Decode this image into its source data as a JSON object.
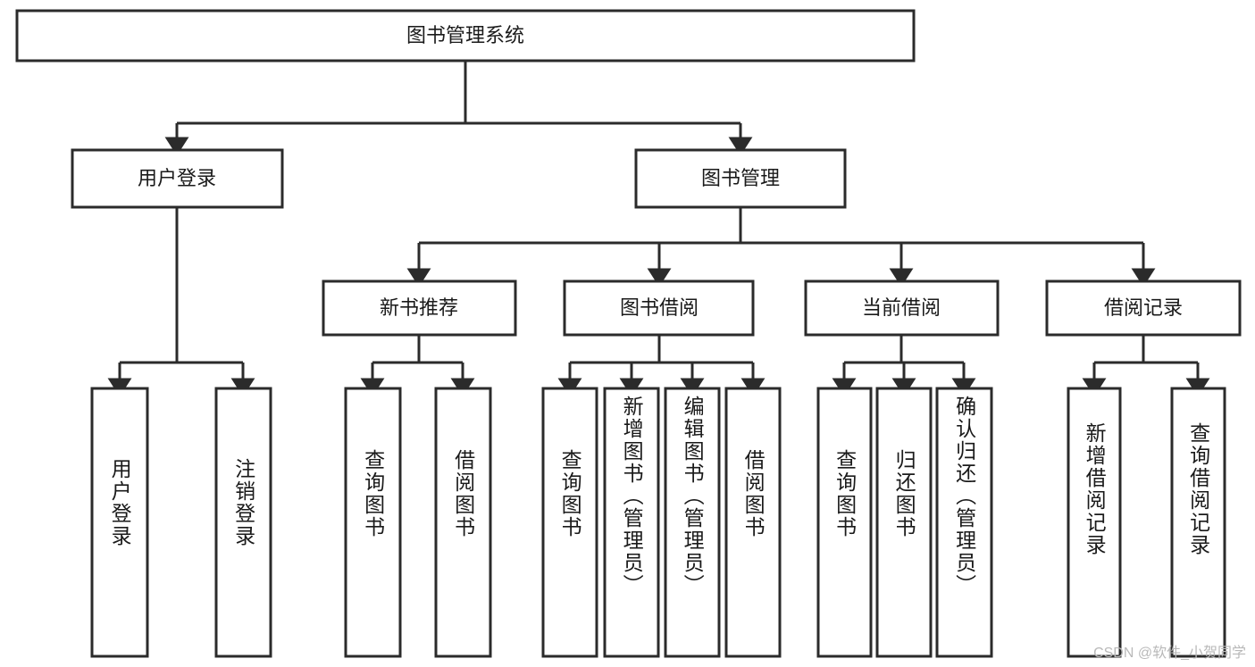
{
  "chart_data": {
    "type": "diagram",
    "title": "图书管理系统功能结构图",
    "orientation": "top-down-tree",
    "edge_style": "orthogonal-arrow",
    "colors": {
      "stroke": "#2b2b2b",
      "fill": "#ffffff",
      "text": "#1a1a1a",
      "watermark": "#b9b9b9"
    }
  },
  "root": {
    "label": "图书管理系统"
  },
  "level2": [
    {
      "label": "用户登录"
    },
    {
      "label": "图书管理"
    }
  ],
  "level3": [
    {
      "label": "新书推荐"
    },
    {
      "label": "图书借阅"
    },
    {
      "label": "当前借阅"
    },
    {
      "label": "借阅记录"
    }
  ],
  "leaves": [
    {
      "label": "用户登录",
      "parent": "用户登录"
    },
    {
      "label": "注销登录",
      "parent": "用户登录"
    },
    {
      "label": "查询图书",
      "parent": "新书推荐"
    },
    {
      "label": "借阅图书",
      "parent": "新书推荐"
    },
    {
      "label": "查询图书",
      "parent": "图书借阅"
    },
    {
      "label": "新增图书（管理员）",
      "parent": "图书借阅"
    },
    {
      "label": "编辑图书（管理员）",
      "parent": "图书借阅"
    },
    {
      "label": "借阅图书",
      "parent": "图书借阅"
    },
    {
      "label": "查询图书",
      "parent": "当前借阅"
    },
    {
      "label": "归还图书",
      "parent": "当前借阅"
    },
    {
      "label": "确认归还（管理员）",
      "parent": "当前借阅"
    },
    {
      "label": "新增借阅记录",
      "parent": "借阅记录"
    },
    {
      "label": "查询借阅记录",
      "parent": "借阅记录"
    }
  ],
  "watermark": {
    "text": "CSDN @软件_小贺同学"
  }
}
